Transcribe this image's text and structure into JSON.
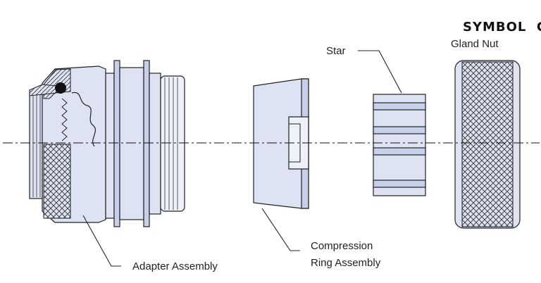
{
  "title": "SYMBOL  G",
  "labels": {
    "gland_nut": "Gland Nut",
    "star": "Star",
    "compression_ring": [
      "Compression",
      "Ring Assembly"
    ],
    "adapter": "Adapter Assembly"
  },
  "colors": {
    "part_fill": "#dde3f2",
    "part_shade": "#c7d0ea",
    "outline": "#222222",
    "hatch": "#333333"
  }
}
